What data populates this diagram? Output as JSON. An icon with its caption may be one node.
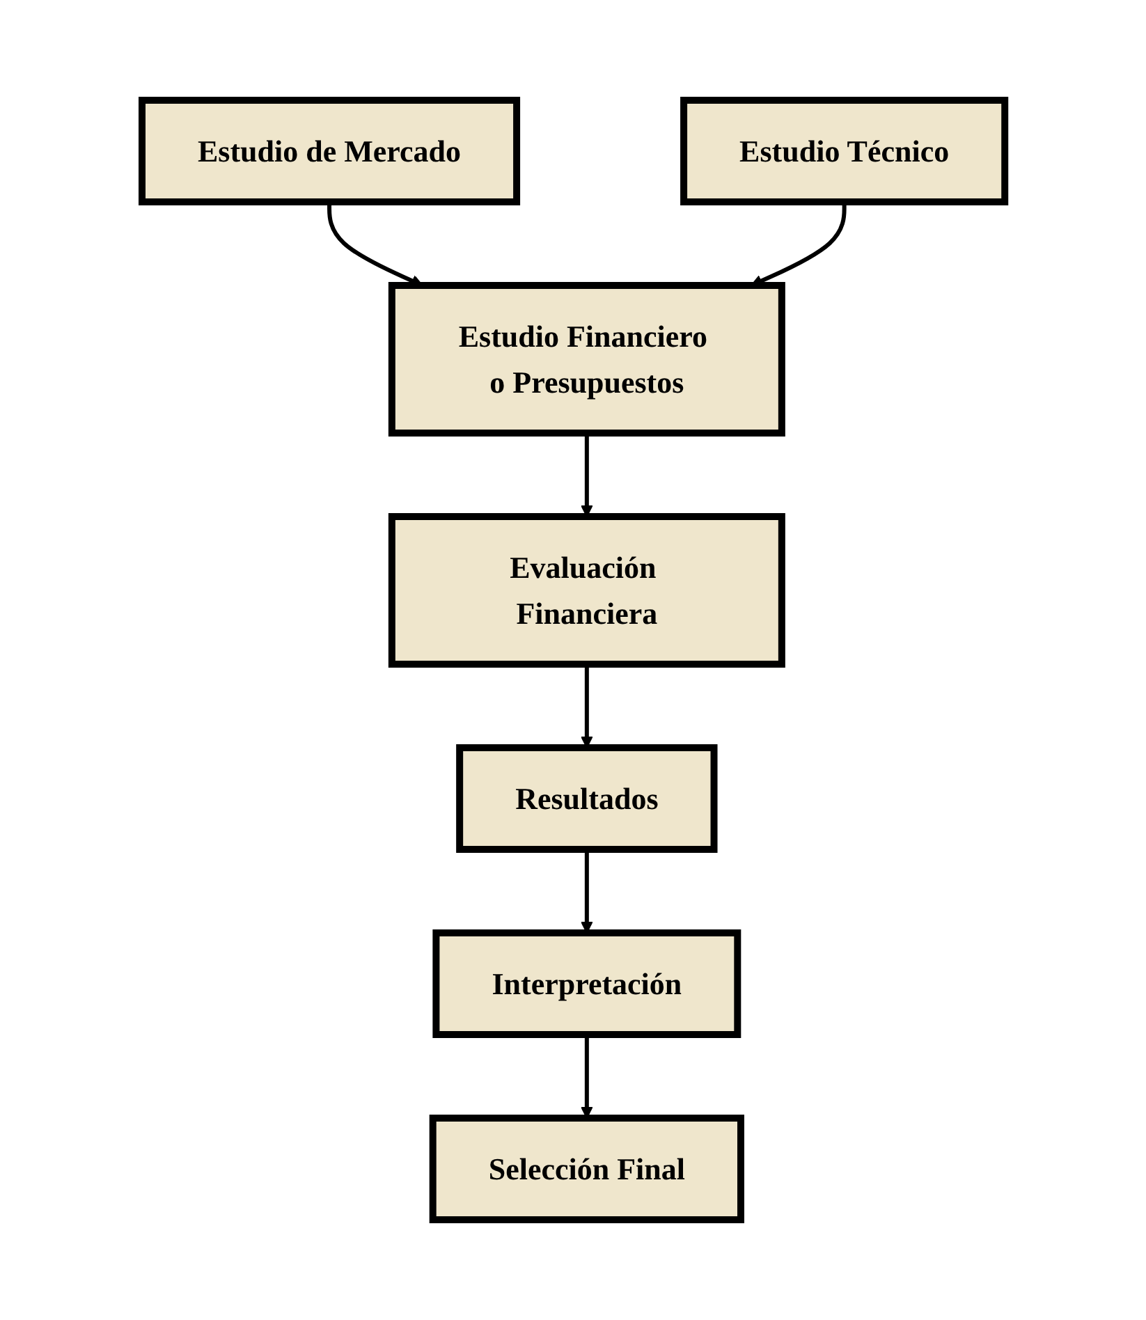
{
  "diagram": {
    "nodes": [
      {
        "text": [
          "Estudio de Mercado"
        ]
      },
      {
        "text": [
          "Estudio Técnico"
        ]
      },
      {
        "text": [
          "Estudio Financiero o Presupuestos"
        ]
      },
      {
        "text": [
          "Evaluación Financiera"
        ]
      },
      {
        "text": [
          "Resultados"
        ]
      },
      {
        "text": [
          "Interpretación"
        ]
      },
      {
        "text": [
          "Selección Final"
        ]
      }
    ],
    "edges": [
      {
        "from": 0,
        "to": 2,
        "arrow": "to"
      },
      {
        "from": 1,
        "to": 2,
        "arrow": "to"
      },
      {
        "from": 2,
        "to": 3,
        "arrow": "to"
      },
      {
        "from": 3,
        "to": 4,
        "arrow": "to"
      },
      {
        "from": 4,
        "to": 5,
        "arrow": "to"
      },
      {
        "from": 5,
        "to": 6,
        "arrow": "to"
      }
    ]
  }
}
